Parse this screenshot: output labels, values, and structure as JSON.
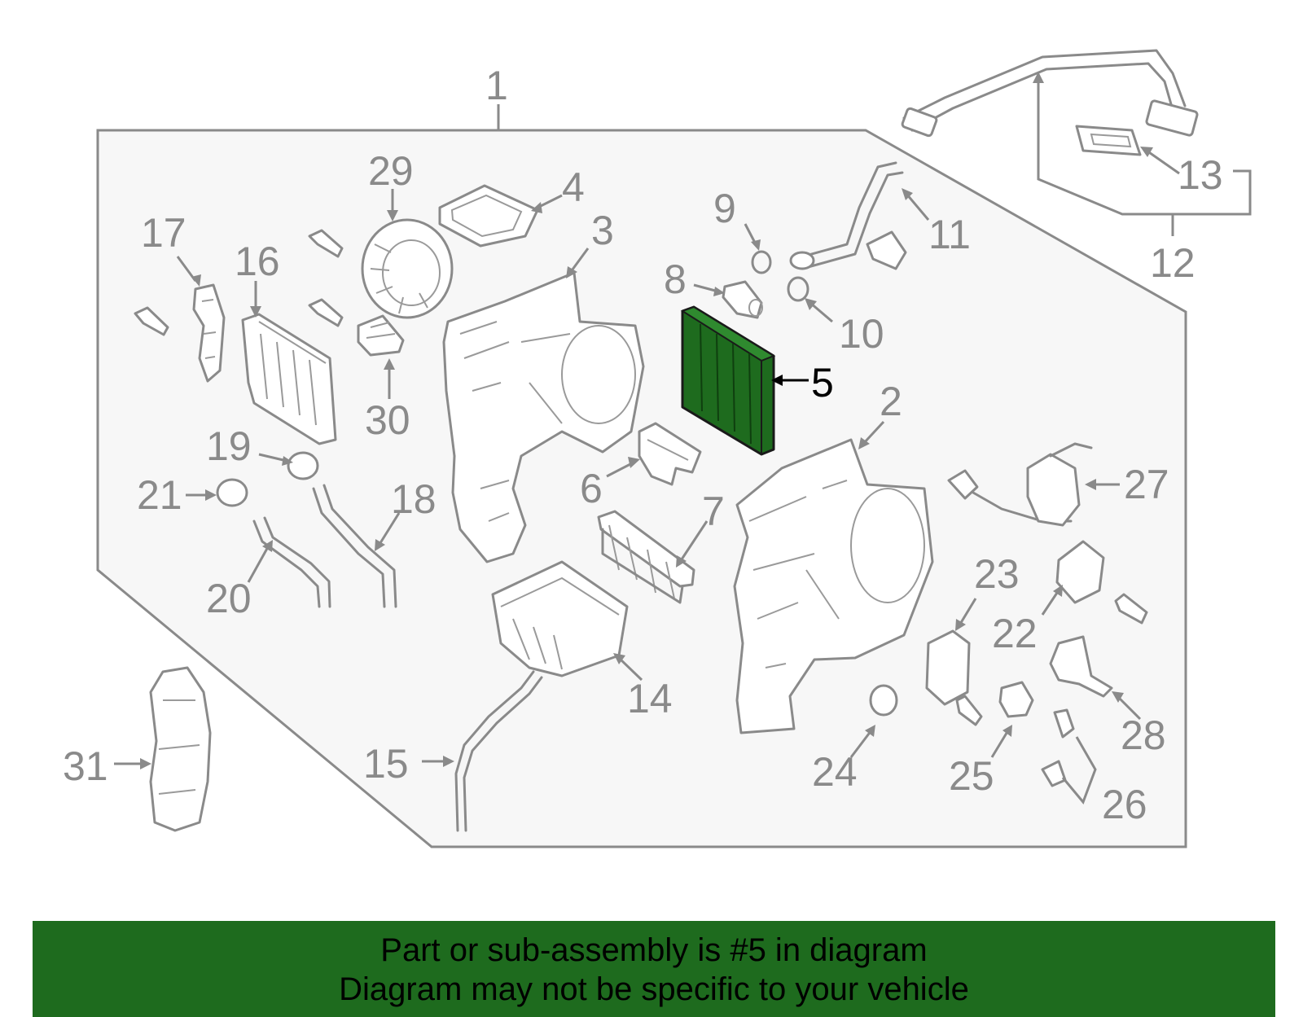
{
  "callouts": {
    "c1": "1",
    "c2": "2",
    "c3": "3",
    "c4": "4",
    "c5": "5",
    "c6": "6",
    "c7": "7",
    "c8": "8",
    "c9": "9",
    "c10": "10",
    "c11": "11",
    "c12": "12",
    "c13": "13",
    "c14": "14",
    "c15": "15",
    "c16": "16",
    "c17": "17",
    "c18": "18",
    "c19": "19",
    "c20": "20",
    "c21": "21",
    "c22": "22",
    "c23": "23",
    "c24": "24",
    "c25": "25",
    "c26": "26",
    "c27": "27",
    "c28": "28",
    "c29": "29",
    "c30": "30",
    "c31": "31"
  },
  "highlight": {
    "part_number": "5",
    "color": "#1e6b1e"
  },
  "banner": {
    "line1": "Part or sub-assembly is #5 in diagram",
    "line2": "Diagram may not be specific to your vehicle"
  },
  "colors": {
    "line": "#8a8a8a",
    "panel": "#f7f7f7",
    "banner": "#1e6b1e",
    "highlight_part": "#1e6b1e"
  }
}
